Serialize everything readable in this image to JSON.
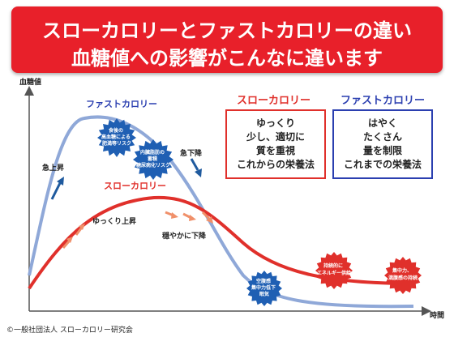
{
  "title": {
    "line1": "スローカロリーとファストカロリーの違い",
    "line2": "血糖値への影響がこんなに違います"
  },
  "axes": {
    "ylabel": "血糖値",
    "xlabel": "時間"
  },
  "curves": {
    "fast_label": "ファストカロリー",
    "slow_label": "スローカロリー",
    "fast_color": "#8fa8d8",
    "slow_color": "#e0302b"
  },
  "annotations": {
    "rapid_rise": "急上昇",
    "rapid_fall": "急下降",
    "slow_rise": "ゆっくり上昇",
    "gentle_fall": "穏やかに下降"
  },
  "bursts": {
    "b1": [
      "食後の",
      "高血糖による",
      "肥満等リスク"
    ],
    "b2": [
      "内臓脂肪の",
      "蓄積",
      "糖尿病化リスク"
    ],
    "b3": [
      "空腹感",
      "集中力低下",
      "眠気"
    ],
    "b4": [
      "持続的に",
      "エネルギー供給"
    ],
    "b5": [
      "集中力、",
      "満腹感の持続"
    ]
  },
  "slow_box": {
    "heading": "スローカロリー",
    "lines": [
      "ゆっくり",
      "少し、適切に",
      "質を重視",
      "これからの栄養法"
    ]
  },
  "fast_box": {
    "heading": "ファストカロリー",
    "lines": [
      "はやく",
      "たくさん",
      "量を制限",
      "これまでの栄養法"
    ]
  },
  "credit": "©一般社団法人 スローカロリー研究会"
}
